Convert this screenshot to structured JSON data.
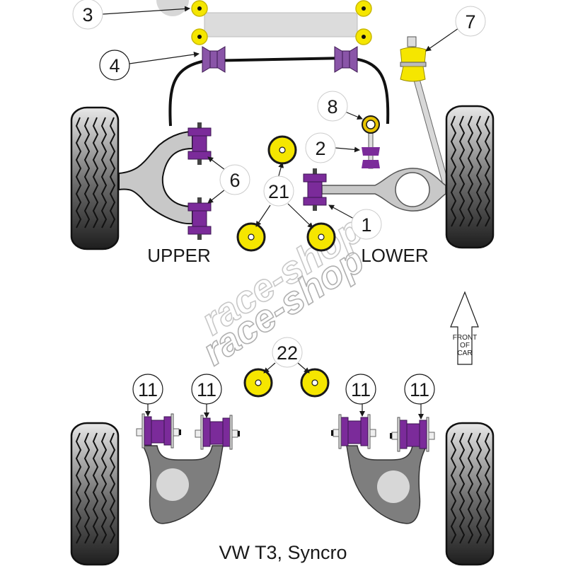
{
  "diagram": {
    "title": "VW T3, Syncro",
    "watermark": [
      "race-shop",
      "race-shop"
    ],
    "sections": {
      "upper": "UPPER",
      "lower": "LOWER"
    },
    "direction_indicator": [
      "FRONT",
      "OF",
      "CAR"
    ],
    "callouts": [
      {
        "id": "c3",
        "label": "3",
        "target": "front crossmember mount bushes"
      },
      {
        "id": "c4",
        "label": "4",
        "target": "anti-roll bar bushes"
      },
      {
        "id": "c7",
        "label": "7",
        "target": "tie bar / strut bush"
      },
      {
        "id": "c8",
        "label": "8",
        "target": "eye bush"
      },
      {
        "id": "c2",
        "label": "2",
        "target": "link bushes"
      },
      {
        "id": "c6",
        "label": "6",
        "target": "upper wishbone bushes"
      },
      {
        "id": "c21",
        "label": "21",
        "target": "loose bushes"
      },
      {
        "id": "c1",
        "label": "1",
        "target": "lower arm inner bush"
      },
      {
        "id": "c22",
        "label": "22",
        "target": "loose bushes"
      },
      {
        "id": "c11a",
        "label": "11",
        "target": "rear trailing arm bush"
      },
      {
        "id": "c11b",
        "label": "11",
        "target": "rear trailing arm bush"
      },
      {
        "id": "c11c",
        "label": "11",
        "target": "rear trailing arm bush"
      },
      {
        "id": "c11d",
        "label": "11",
        "target": "rear trailing arm bush"
      }
    ],
    "colors": {
      "polyurethane_purple": "#7b2b9a",
      "polyurethane_yellow": "#f5e600",
      "arm_grey": "#c8c8c8",
      "rear_arm_grey": "#7e7e7e",
      "tyre_dark": "#2a2a2a",
      "crossmember": "#dcdcdc"
    }
  }
}
